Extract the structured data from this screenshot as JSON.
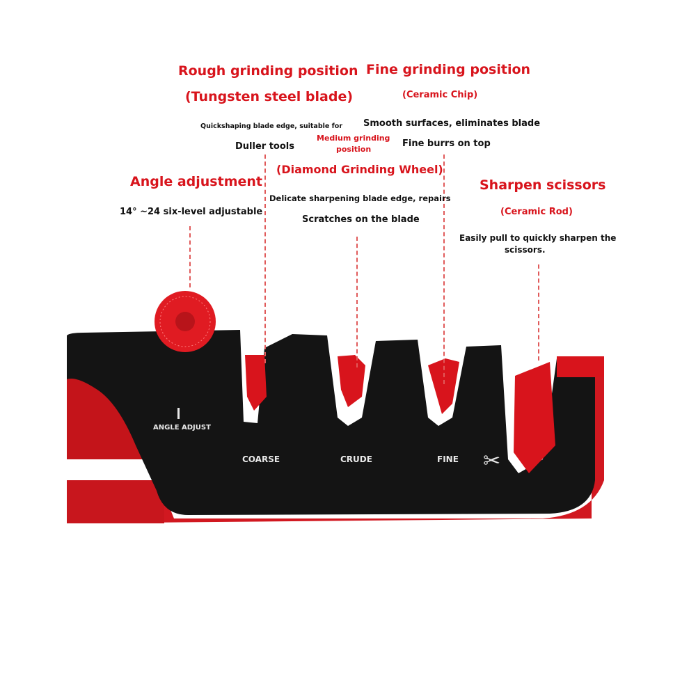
{
  "colors": {
    "brand_red": "#d8141c",
    "body_black": "#141414",
    "text": "#111111"
  },
  "annotations": {
    "rough": {
      "title": "Rough grinding position",
      "subtitle": "(Tungsten steel blade)",
      "desc1": "Quickshaping blade edge, suitable for",
      "desc2": "Duller tools"
    },
    "fine": {
      "title": "Fine grinding position",
      "subtitle": "(Ceramic Chip)",
      "desc1": "Smooth surfaces, eliminates blade",
      "desc2": "Fine burrs on top"
    },
    "medium": {
      "title_line1": "Medium grinding",
      "title_line2": "position",
      "subtitle": "(Diamond Grinding Wheel)",
      "desc1": "Delicate sharpening blade edge, repairs",
      "desc2": "Scratches on the blade"
    },
    "angle": {
      "title": "Angle adjustment",
      "desc": "14° ~24 six-level adjustable"
    },
    "scissors": {
      "title": "Sharpen scissors",
      "subtitle": "(Ceramic Rod)",
      "desc1": "Easily pull to quickly sharpen the",
      "desc2": "scissors."
    }
  },
  "product": {
    "angle_label": "ANGLE ADJUST",
    "slot_labels": [
      "COARSE",
      "CRUDE",
      "FINE"
    ],
    "scissors_icon": "scissors-icon",
    "dial_icon": "angle-dial-icon"
  }
}
